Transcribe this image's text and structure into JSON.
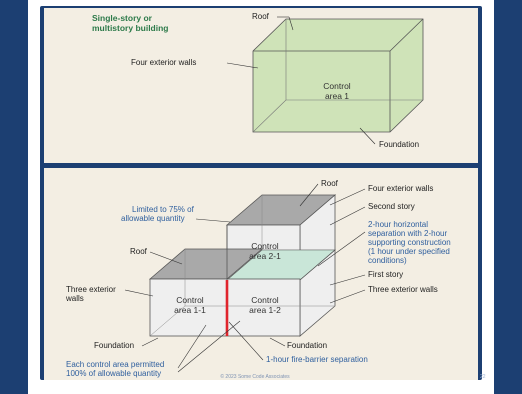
{
  "slide": {
    "footer": "© 2023 Some Code Associates",
    "page_number": "22"
  },
  "top_diagram": {
    "title_line1": "Single-story or",
    "title_line2": "multistory building",
    "label_roof": "Roof",
    "label_walls": "Four exterior walls",
    "label_foundation": "Foundation",
    "control_line1": "Control",
    "control_line2": "area 1"
  },
  "bottom_diagram": {
    "limited_line1": "Limited to 75% of",
    "limited_line2": "allowable quantity",
    "label_roof_upper": "Roof",
    "label_four_walls": "Four exterior walls",
    "label_second_story": "Second story",
    "separation_line1": "2-hour horizontal",
    "separation_line2": "separation with 2-hour",
    "separation_line3": "supporting construction",
    "separation_line4": "(1 hour under specified",
    "separation_line5": "conditions)",
    "label_roof_left": "Roof",
    "label_first_story": "First story",
    "three_left_line1": "Three exterior",
    "three_left_line2": "walls",
    "label_three_right": "Three exterior walls",
    "label_foundation_left": "Foundation",
    "label_foundation_right": "Foundation",
    "ca21_line1": "Control",
    "ca21_line2": "area 2-1",
    "ca11_line1": "Control",
    "ca11_line2": "area 1-1",
    "ca12_line1": "Control",
    "ca12_line2": "area 1-2",
    "fire_barrier": "1-hour fire-barrier separation",
    "each_line1": "Each control area permitted",
    "each_line2": "100% of allowable quantity"
  },
  "colors": {
    "green_fill": "#cfe3b8",
    "grey_top": "#a9a9a9",
    "box_fill": "#efefef",
    "separation_fill": "#c9e6d8",
    "fire_barrier": "#e0242c",
    "navy": "#1c3f72"
  }
}
